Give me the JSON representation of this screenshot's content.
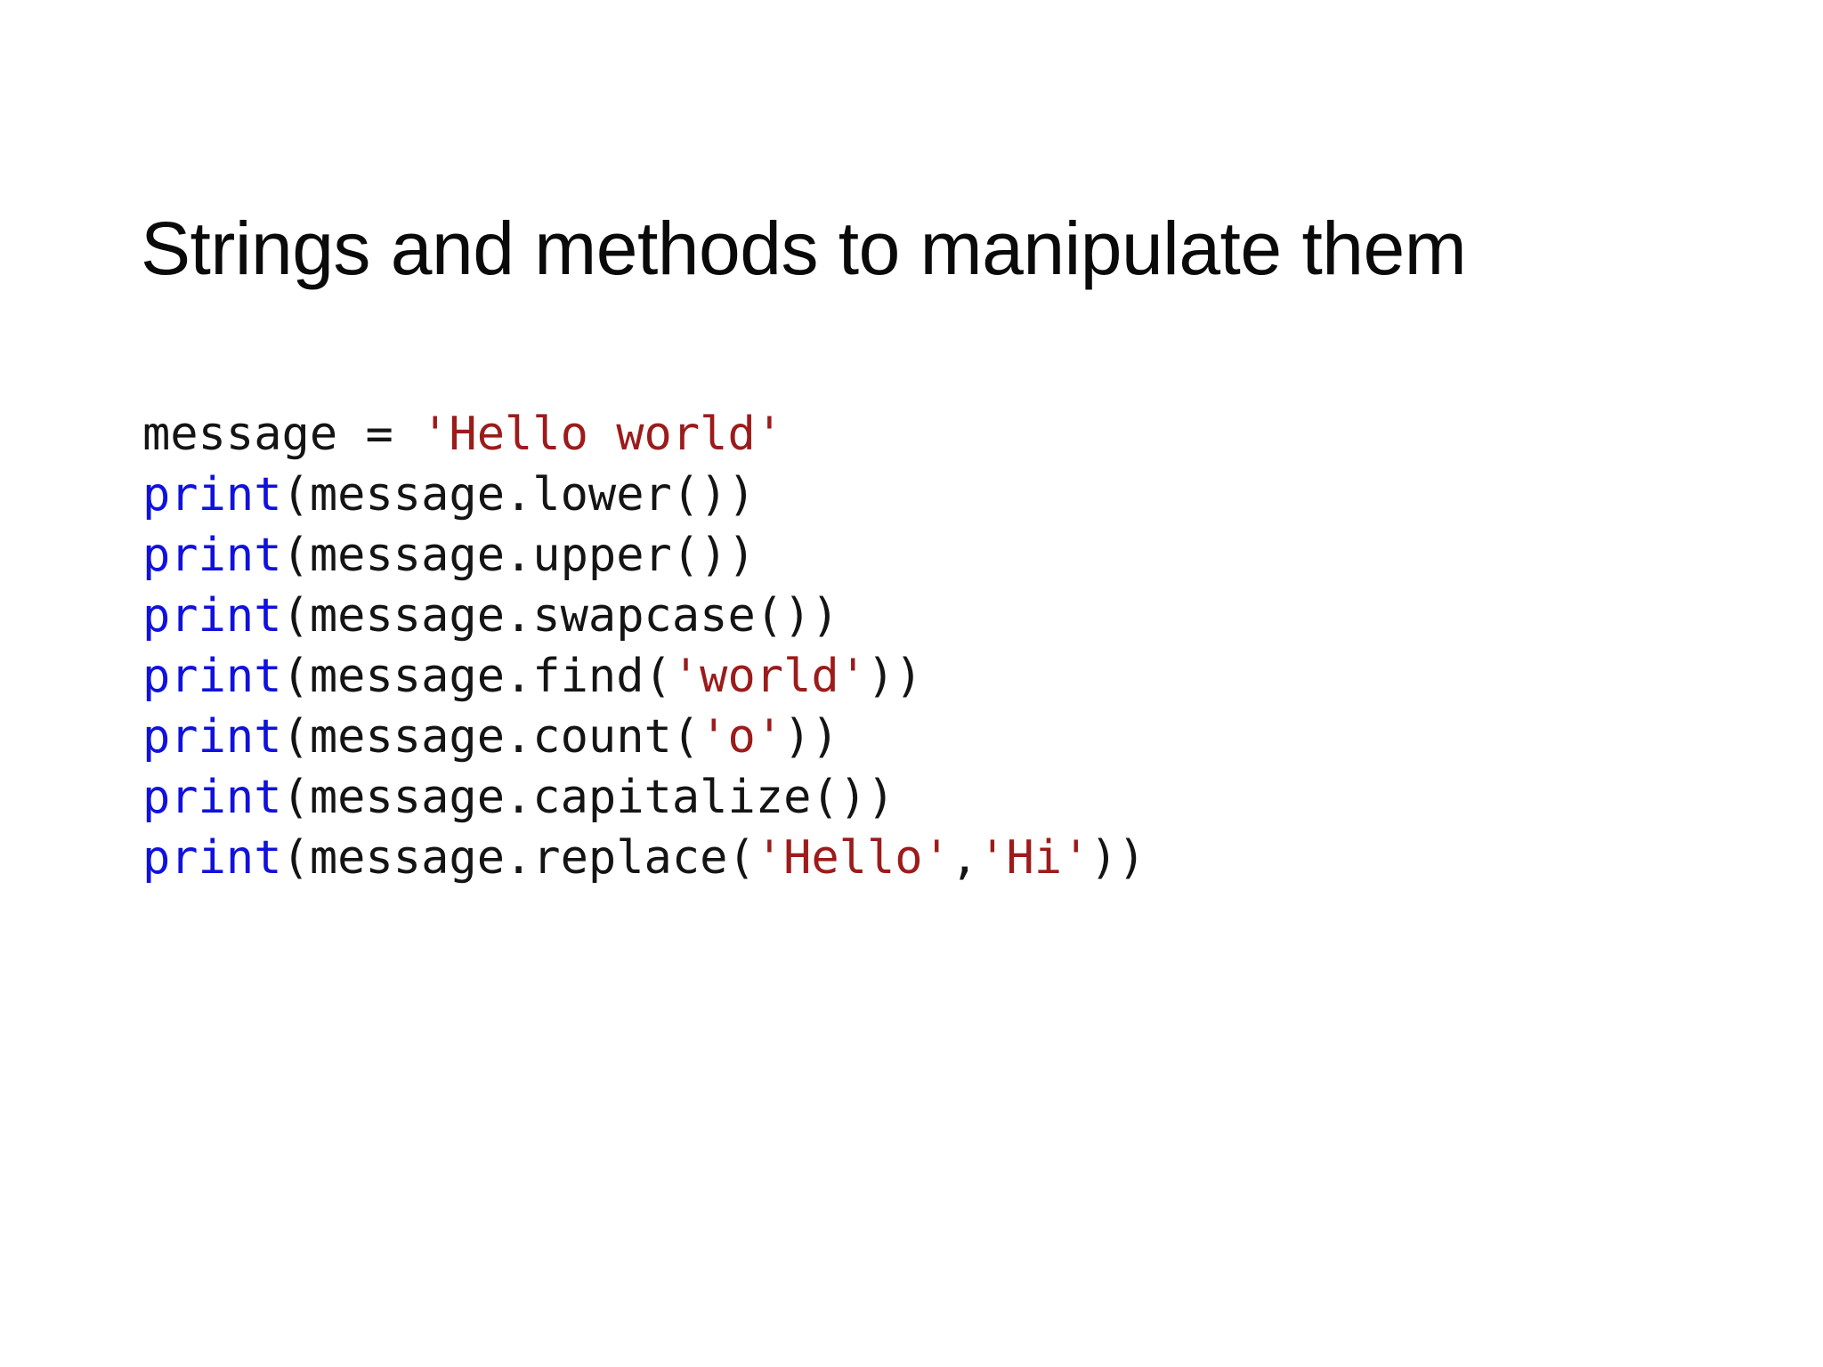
{
  "slide": {
    "title": "Strings and methods to manipulate them",
    "background_color": "#ffffff",
    "title_color": "#0a0a0a"
  },
  "code": {
    "language": "python",
    "keyword_color": "#1111dd",
    "string_color": "#9c1b1b",
    "plain_color": "#141414",
    "lines": [
      {
        "index": 1,
        "text": "message = 'Hello world'",
        "tokens": [
          {
            "t": "message = ",
            "k": "plain"
          },
          {
            "t": "'Hello world'",
            "k": "str"
          }
        ]
      },
      {
        "index": 2,
        "text": "print(message.lower())",
        "tokens": [
          {
            "t": "print",
            "k": "kw"
          },
          {
            "t": "(message.lower())",
            "k": "plain"
          }
        ]
      },
      {
        "index": 3,
        "text": "print(message.upper())",
        "tokens": [
          {
            "t": "print",
            "k": "kw"
          },
          {
            "t": "(message.upper())",
            "k": "plain"
          }
        ]
      },
      {
        "index": 4,
        "text": "print(message.swapcase())",
        "tokens": [
          {
            "t": "print",
            "k": "kw"
          },
          {
            "t": "(message.swapcase())",
            "k": "plain"
          }
        ]
      },
      {
        "index": 5,
        "text": "print(message.find('world'))",
        "tokens": [
          {
            "t": "print",
            "k": "kw"
          },
          {
            "t": "(message.find(",
            "k": "plain"
          },
          {
            "t": "'world'",
            "k": "str"
          },
          {
            "t": "))",
            "k": "plain"
          }
        ]
      },
      {
        "index": 6,
        "text": "print(message.count('o'))",
        "tokens": [
          {
            "t": "print",
            "k": "kw"
          },
          {
            "t": "(message.count(",
            "k": "plain"
          },
          {
            "t": "'o'",
            "k": "str"
          },
          {
            "t": "))",
            "k": "plain"
          }
        ]
      },
      {
        "index": 7,
        "text": "print(message.capitalize())",
        "tokens": [
          {
            "t": "print",
            "k": "kw"
          },
          {
            "t": "(message.capitalize())",
            "k": "plain"
          }
        ]
      },
      {
        "index": 8,
        "text": "print(message.replace('Hello','Hi'))",
        "tokens": [
          {
            "t": "print",
            "k": "kw"
          },
          {
            "t": "(message.replace(",
            "k": "plain"
          },
          {
            "t": "'Hello'",
            "k": "str"
          },
          {
            "t": ",",
            "k": "plain"
          },
          {
            "t": "'Hi'",
            "k": "str"
          },
          {
            "t": "))",
            "k": "plain"
          }
        ]
      }
    ]
  }
}
